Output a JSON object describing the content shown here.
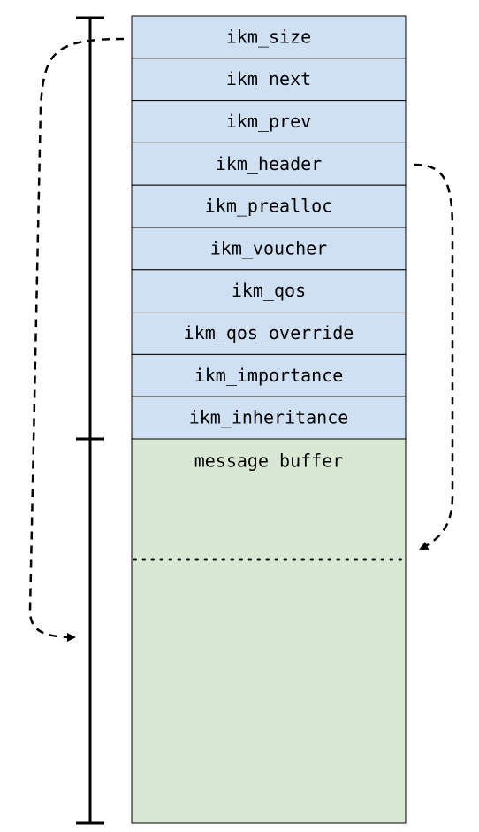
{
  "struct": {
    "fields": [
      "ikm_size",
      "ikm_next",
      "ikm_prev",
      "ikm_header",
      "ikm_prealloc",
      "ikm_voucher",
      "ikm_qos",
      "ikm_qos_override",
      "ikm_importance",
      "ikm_inheritance"
    ],
    "buffer_label": "message buffer"
  },
  "colors": {
    "field_fill": "#cfe0f2",
    "buffer_fill": "#d8e8d2",
    "stroke": "#000000"
  }
}
